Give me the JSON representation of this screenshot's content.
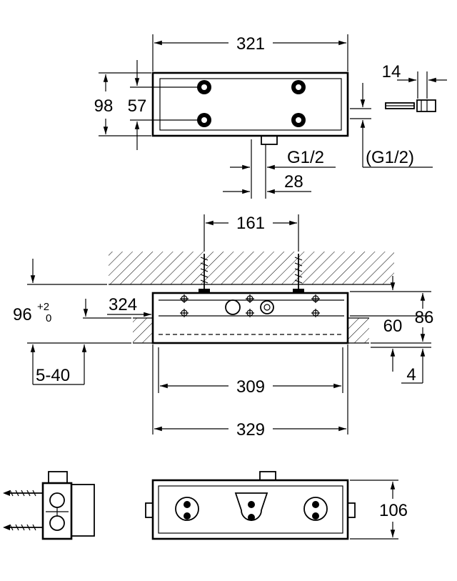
{
  "top_view": {
    "width": "321",
    "height_outer": "98",
    "height_inner": "57",
    "connection_right": "14",
    "thread_left": "G1/2",
    "thread_right": "(G1/2)",
    "spacing": "28"
  },
  "front_view": {
    "anchor_spacing": "161",
    "install_depth_main": "96",
    "install_depth_sup": "+2",
    "install_depth_sub": "0",
    "recess_width": "324",
    "height_right_inner": "60",
    "height_right_outer": "86",
    "adjust_range": "5-40",
    "offset": "4",
    "inner_width": "309",
    "outer_width": "329"
  },
  "bottom_view": {
    "height": "106"
  }
}
